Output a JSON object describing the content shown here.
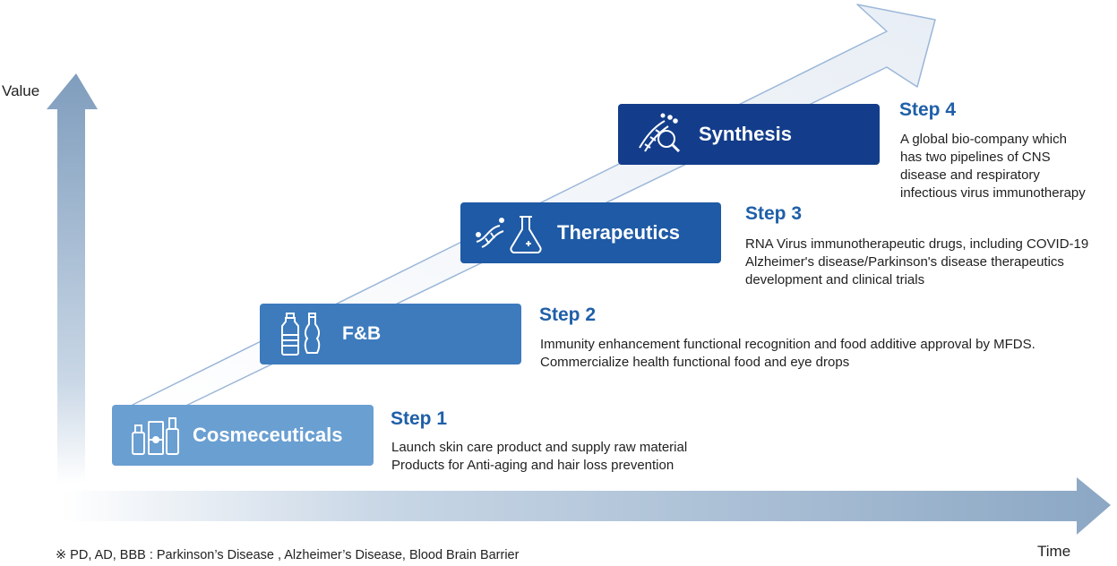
{
  "axes": {
    "y_label": "Value",
    "x_label": "Time"
  },
  "steps": [
    {
      "title": "Step 1",
      "box_label": "Cosmeceuticals",
      "icon": "cosmetic-bottles-icon",
      "color": "#6a9fd2",
      "desc": "Launch skin care product and supply raw material\nProducts for Anti-aging and hair loss prevention"
    },
    {
      "title": "Step 2",
      "box_label": "F&B",
      "icon": "beverage-bottles-icon",
      "color": "#3d7bbd",
      "desc": "Immunity enhancement functional recognition and food additive approval by MFDS.\nCommercialize health functional food and eye drops"
    },
    {
      "title": "Step 3",
      "box_label": "Therapeutics",
      "icon": "dna-flask-icon",
      "color": "#1e5aa5",
      "desc": "RNA Virus immunotherapeutic drugs, including COVID-19\nAlzheimer's disease/Parkinson's disease therapeutics\ndevelopment and clinical trials"
    },
    {
      "title": "Step 4",
      "box_label": "Synthesis",
      "icon": "dna-magnifier-icon",
      "color": "#133d8b",
      "desc": "A global bio-company which\nhas two pipelines of CNS\ndisease and respiratory\ninfectious virus immunotherapy"
    }
  ],
  "footnote": "※ PD, AD, BBB : Parkinson’s Disease , Alzheimer’s Disease, Blood Brain Barrier"
}
